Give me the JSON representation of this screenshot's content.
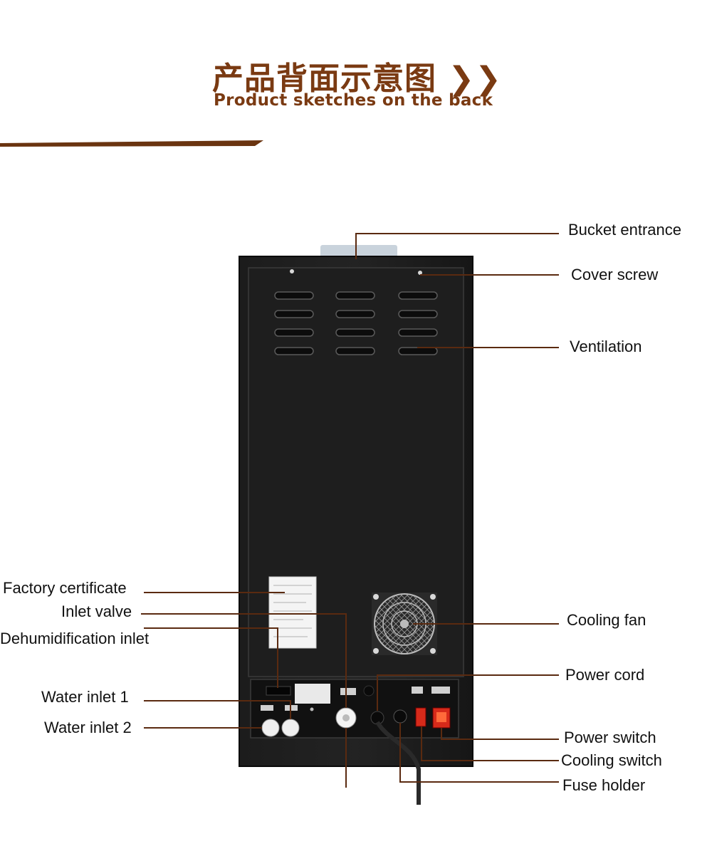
{
  "title": {
    "cn": "产品背面示意图 ❯❯",
    "en": "Product sketches on the back"
  },
  "colors": {
    "accent": "#7a3a12",
    "leader": "#5a2a10",
    "body": "#141414"
  },
  "labels": {
    "bucket_entrance": "Bucket entrance",
    "cover_screw": "Cover screw",
    "ventilation": "Ventilation",
    "factory_certificate": "Factory certificate",
    "inlet_valve": "Inlet valve",
    "dehumidification_inlet": "Dehumidification inlet",
    "water_inlet_1": "Water inlet 1",
    "water_inlet_2": "Water inlet 2",
    "cooling_fan": "Cooling fan",
    "power_cord": "Power cord",
    "power_switch": "Power switch",
    "cooling_switch": "Cooling switch",
    "fuse_holder": "Fuse holder"
  }
}
